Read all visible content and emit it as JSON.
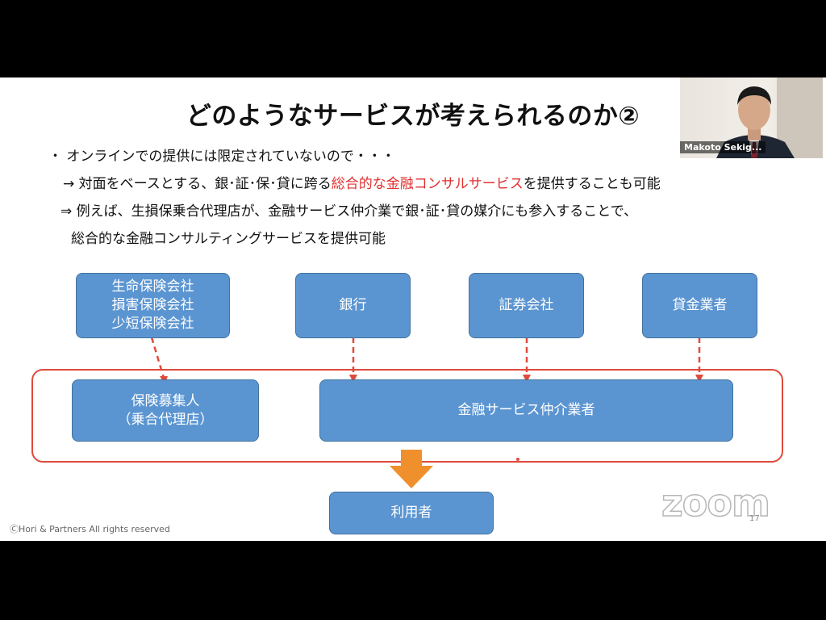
{
  "slide": {
    "title": "どのようなサービスが考えられるのか②",
    "bullet": "・ オンラインでの提供には限定されていないので・・・",
    "line2_prefix": "→  対面をベースとする、銀･証･保･貸に跨る",
    "line2_highlight": "総合的な金融コンサルサービス",
    "line2_suffix": "を提供することも可能",
    "line3": "⇒  例えば、生損保乗合代理店が、金融サービス仲介業で銀･証･貸の媒介にも参入することで、",
    "line4": "総合的な金融コンサルティングサービスを提供可能",
    "colors": {
      "highlight": "#e03030",
      "box_fill": "#5b95d1",
      "box_border": "#41719c",
      "container_border": "#e04a3c",
      "arrow": "#f0902c"
    }
  },
  "diagram": {
    "insurers": [
      "生命保険会社",
      "損害保険会社",
      "少短保険会社"
    ],
    "bank": "銀行",
    "securities": "証券会社",
    "lender": "貸金業者",
    "agency": [
      "保険募集人",
      "（乗合代理店）"
    ],
    "intermediary": "金融サービス仲介業者",
    "user": "利用者"
  },
  "footer": {
    "copyright": "ⒸHori & Partners All rights reserved",
    "page": "17"
  },
  "zoom": {
    "watermark": "zoom"
  },
  "video": {
    "participant": "Makoto Sekig..."
  }
}
